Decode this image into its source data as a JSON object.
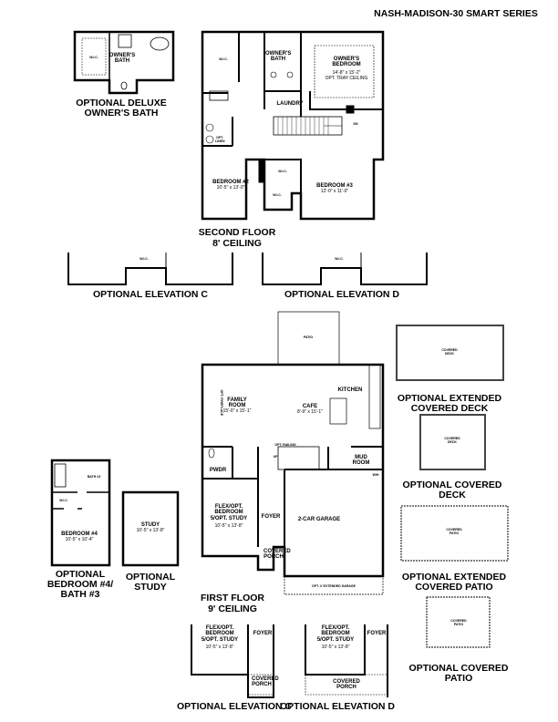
{
  "header": {
    "title": "NASH-MADISON-30 SMART SERIES"
  },
  "second_floor": {
    "title": "SECOND FLOOR",
    "ceiling": "8' CEILING",
    "rooms": {
      "owners_bath": "OWNER'S BATH",
      "owners_bedroom": "OWNER'S BEDROOM",
      "owners_bedroom_dim": "14'-8\" x 15'-2\"",
      "owners_bedroom_note": "OPT. TRAY CEILING",
      "wic_owner": "W.I.C.",
      "laundry": "LAUNDRY",
      "stairs_dn": "DN",
      "opt_linen": "OPT. LINEN",
      "bedroom2": "BEDROOM #2",
      "bedroom2_dim": "10'-5\" x 13'-0\"",
      "bedroom3": "BEDROOM #3",
      "bedroom3_dim": "12'-0\" x 11'-0\"",
      "wic_b3": "W.I.C.",
      "wic_b2": "W.I.C."
    }
  },
  "deluxe_bath": {
    "title": "OPTIONAL DELUXE OWNER'S BATH",
    "wic": "W.I.C.",
    "bath": "OWNER'S BATH"
  },
  "upper_elevations": [
    {
      "title": "OPTIONAL ELEVATION C",
      "wic": "W.I.C."
    },
    {
      "title": "OPTIONAL ELEVATION D",
      "wic": "W.I.C."
    }
  ],
  "first_floor": {
    "title": "FIRST FLOOR",
    "ceiling": "9' CEILING",
    "rooms": {
      "patio": "PATIO",
      "family_room": "FAMILY ROOM",
      "family_room_dim": "15'-0\" x 15'-1\"",
      "opt_fireplace": "OPT. FIREPLACE",
      "cafe": "CAFE",
      "cafe_dim": "8'-9\" x 15'-1\"",
      "kitchen": "KITCHEN",
      "opt_railing": "OPT. RAILING",
      "up": "UP",
      "pwdr": "PWDR",
      "mud_room": "MUD ROOM",
      "wh": "W/H",
      "flex": "FLEX/OPT. BEDROOM 5/OPT. STUDY",
      "flex_dim": "10'-5\" x 13'-8\"",
      "foyer": "FOYER",
      "covered_porch": "COVERED PORCH",
      "garage": "2-CAR GARAGE",
      "ext_garage": "OPT. 4' EXTENDED GARAGE"
    }
  },
  "optional_bedroom4": {
    "title": "OPTIONAL BEDROOM #4/ BATH #3",
    "bath": "BATH #3",
    "wic": "W.I.C.",
    "bedroom": "BEDROOM #4",
    "dim": "10'-5\" x 10'-4\""
  },
  "optional_study": {
    "title": "OPTIONAL STUDY",
    "room": "STUDY",
    "dim": "10'-5\" x 13'-8\""
  },
  "right_options": [
    {
      "title": "OPTIONAL EXTENDED COVERED DECK",
      "room": "COVERED DECK"
    },
    {
      "title": "OPTIONAL COVERED DECK",
      "room": "COVERED DECK"
    },
    {
      "title": "OPTIONAL EXTENDED COVERED PATIO",
      "room": "COVERED PATIO"
    },
    {
      "title": "OPTIONAL COVERED PATIO",
      "room": "COVERED PATIO"
    }
  ],
  "lower_elevations": [
    {
      "title": "OPTIONAL ELEVATION C",
      "flex": "FLEX/OPT. BEDROOM 5/OPT. STUDY",
      "dim": "10'-5\" x 13'-8\"",
      "foyer": "FOYER",
      "porch": "COVERED PORCH"
    },
    {
      "title": "OPTIONAL ELEVATION D",
      "flex": "FLEX/OPT. BEDROOM 5/OPT. STUDY",
      "dim": "10'-5\" x 13'-8\"",
      "foyer": "FOYER",
      "porch": "COVERED PORCH"
    }
  ]
}
